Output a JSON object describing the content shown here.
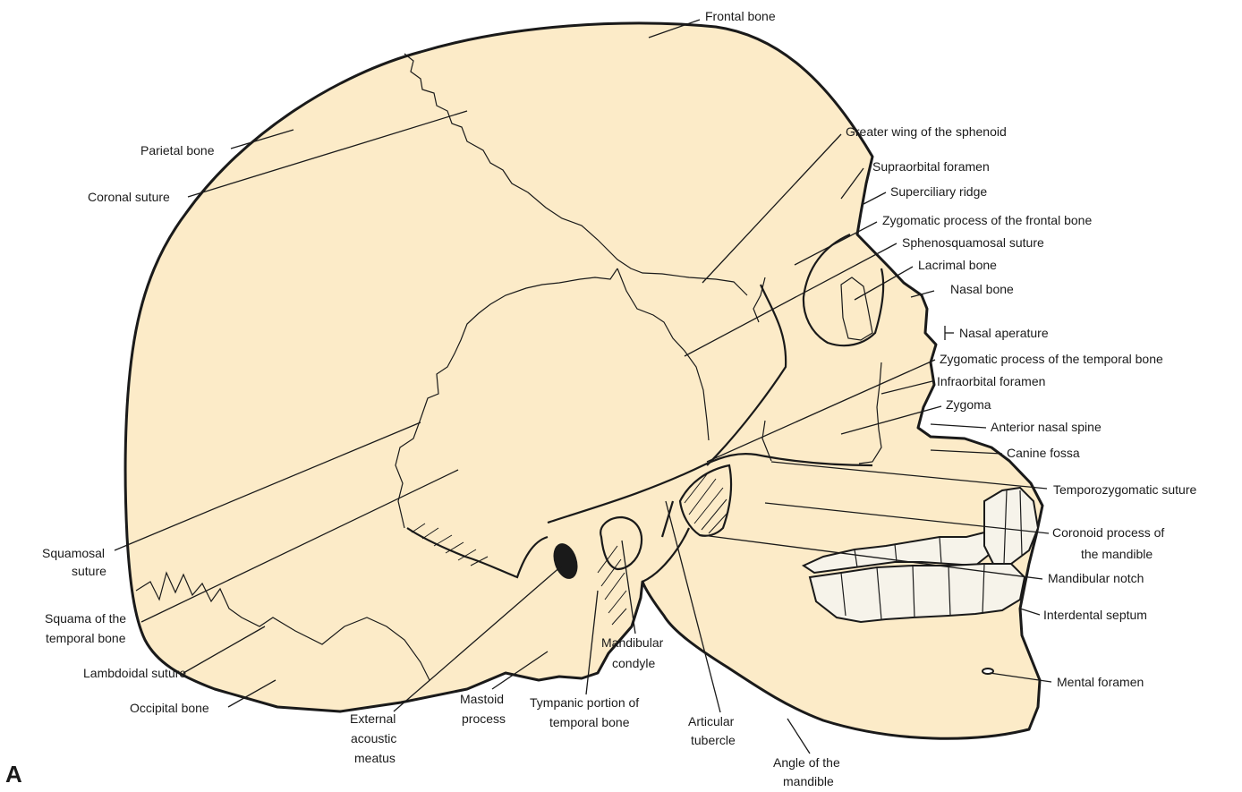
{
  "figure": {
    "panel_letter": "A",
    "labels": {
      "frontal_bone": "Frontal bone",
      "parietal_bone": "Parietal bone",
      "coronal_suture": "Coronal suture",
      "greater_wing_sphenoid": "Greater wing of the sphenoid",
      "supraorbital_foramen": "Supraorbital foramen",
      "superciliary_ridge": "Superciliary ridge",
      "zygomatic_process_frontal": "Zygomatic process of the frontal bone",
      "sphenosquamosal_suture": "Sphenosquamosal suture",
      "lacrimal_bone": "Lacrimal bone",
      "nasal_bone": "Nasal bone",
      "nasal_aperature": "Nasal aperature",
      "zygomatic_process_temporal": "Zygomatic process of the temporal bone",
      "infraorbital_foramen": "Infraorbital foramen",
      "zygoma": "Zygoma",
      "anterior_nasal_spine": "Anterior nasal spine",
      "canine_fossa": "Canine fossa",
      "temporozygomatic_suture": "Temporozygomatic suture",
      "coronoid_process_line1": "Coronoid process of",
      "coronoid_process_line2": "the mandible",
      "mandibular_notch": "Mandibular notch",
      "interdental_septum": "Interdental septum",
      "mental_foramen": "Mental foramen",
      "angle_mandible_line1": "Angle of the",
      "angle_mandible_line2": "mandible",
      "articular_tubercle_line1": "Articular",
      "articular_tubercle_line2": "tubercle",
      "tympanic_portion_line1": "Tympanic portion of",
      "tympanic_portion_line2": "temporal bone",
      "mandibular_condyle_line1": "Mandibular",
      "mandibular_condyle_line2": "condyle",
      "mastoid_process_line1": "Mastoid",
      "mastoid_process_line2": "process",
      "external_acoustic_line1": "External",
      "external_acoustic_line2": "acoustic",
      "external_acoustic_line3": "meatus",
      "occipital_bone": "Occipital bone",
      "lambdoidal_suture": "Lambdoidal suture",
      "squama_temporal_line1": "Squama of the",
      "squama_temporal_line2": "temporal bone",
      "squamosal_suture_line1": "Squamosal",
      "squamosal_suture_line2": "suture"
    },
    "colors": {
      "bone": "#fcebc8",
      "teeth": "#f6f3ea",
      "ink": "#1a1a1a"
    }
  }
}
